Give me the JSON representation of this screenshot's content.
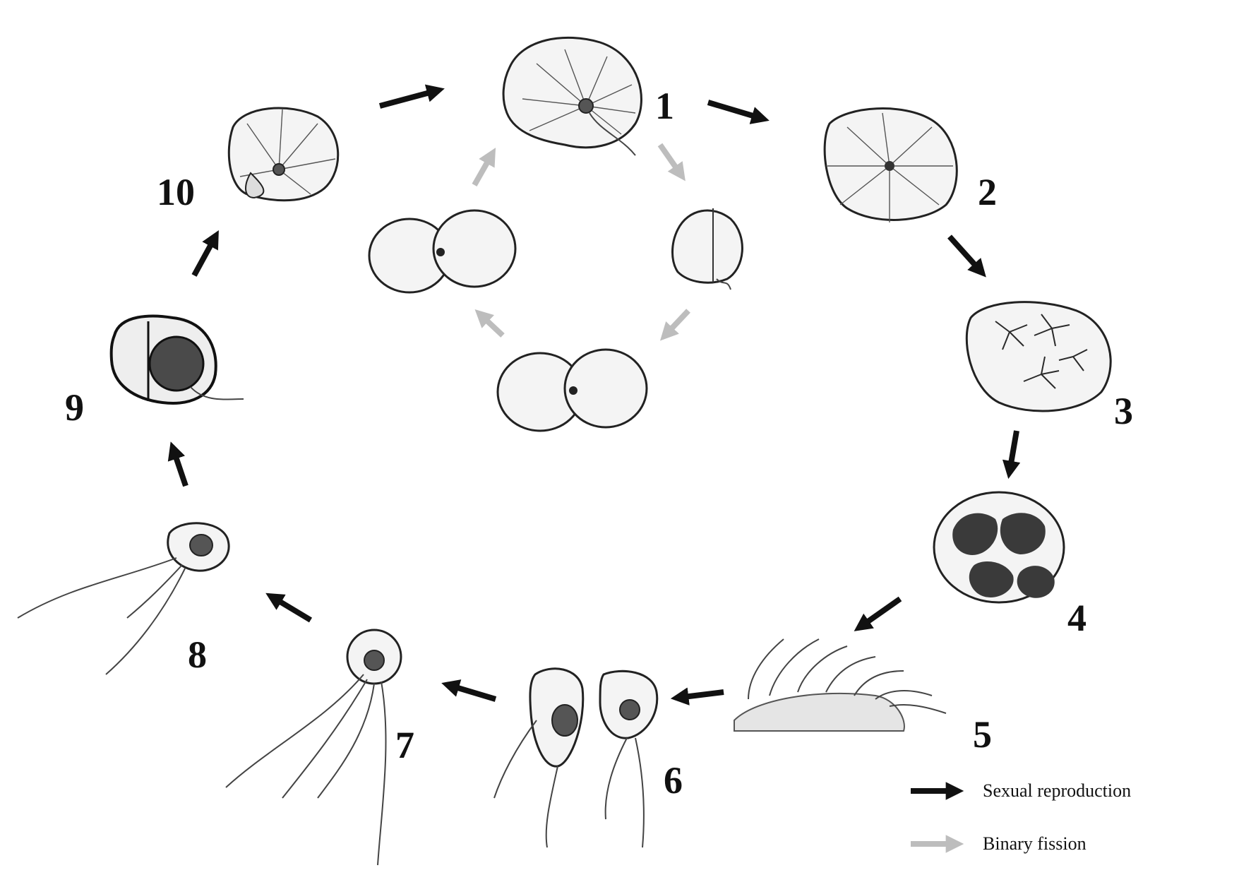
{
  "stages": [
    {
      "id": "1",
      "label": "1"
    },
    {
      "id": "2",
      "label": "2"
    },
    {
      "id": "3",
      "label": "3"
    },
    {
      "id": "4",
      "label": "4"
    },
    {
      "id": "5",
      "label": "5"
    },
    {
      "id": "6",
      "label": "6"
    },
    {
      "id": "7",
      "label": "7"
    },
    {
      "id": "8",
      "label": "8"
    },
    {
      "id": "9",
      "label": "9"
    },
    {
      "id": "10",
      "label": "10"
    }
  ],
  "legend": {
    "sexual_label": "Sexual reproduction",
    "fission_label": "Binary fission"
  },
  "colors": {
    "sexual_arrow": "#111111",
    "fission_arrow": "#bdbdbd"
  }
}
